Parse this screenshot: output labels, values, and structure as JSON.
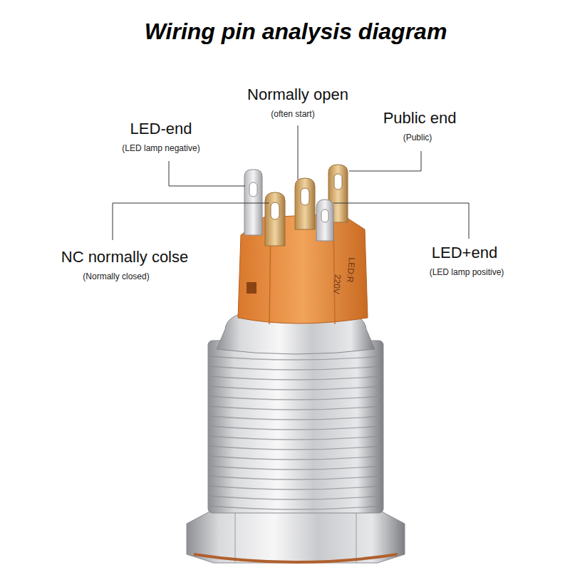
{
  "diagram": {
    "title": "Wiring pin analysis diagram",
    "labels": [
      "Normally open",
      "(often start)",
      "Public end",
      "(Public)",
      "LED-end",
      "(LED lamp negative)",
      "NC normally colse",
      "(Normally closed)",
      "LED+end",
      "(LED lamp positive)",
      "LED:R",
      "220V"
    ]
  }
}
